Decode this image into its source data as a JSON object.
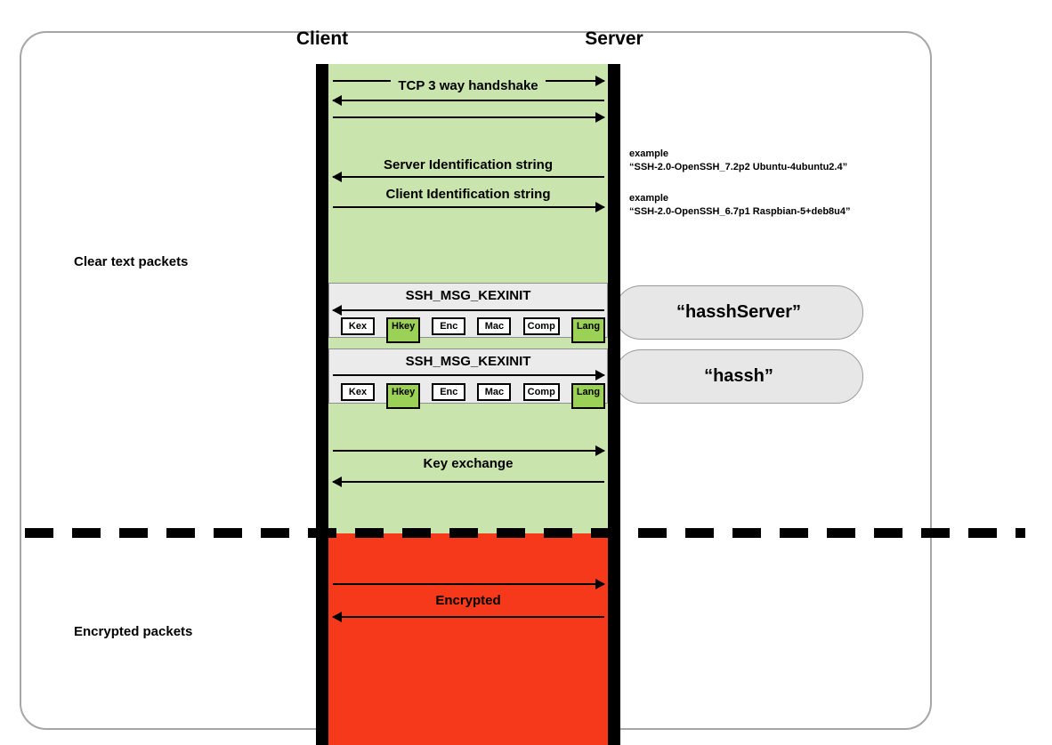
{
  "diagram": {
    "client": "Client",
    "server": "Server",
    "sections": {
      "clear_text": "Clear text packets",
      "encrypted": "Encrypted packets"
    },
    "messages": {
      "tcp_handshake": "TCP 3 way handshake",
      "server_identification": "Server Identification string",
      "client_identification": "Client Identification string",
      "kexinit_title": "SSH_MSG_KEXINIT",
      "key_exchange": "Key exchange",
      "encrypted": "Encrypted"
    },
    "examples": {
      "server": {
        "label": "example",
        "value": "“SSH-2.0-OpenSSH_7.2p2 Ubuntu-4ubuntu2.4”"
      },
      "client": {
        "label": "example",
        "value": "“SSH-2.0-OpenSSH_6.7p1 Raspbian-5+deb8u4”"
      }
    },
    "kexinit_fields": [
      "Kex",
      "Hkey",
      "Enc",
      "Mac",
      "Comp",
      "Lang"
    ],
    "highlighted_fields": [
      "Hkey",
      "Lang"
    ],
    "fingerprints": {
      "server": "“hasshServer”",
      "client": "“hassh”"
    },
    "colors": {
      "clear_text_bg": "#c9e5ad",
      "encrypted_bg": "#f6391b",
      "field_highlight": "#9bd157",
      "kexinit_box_bg": "#ebebeb",
      "bubble_bg": "#e7e7e7"
    }
  }
}
